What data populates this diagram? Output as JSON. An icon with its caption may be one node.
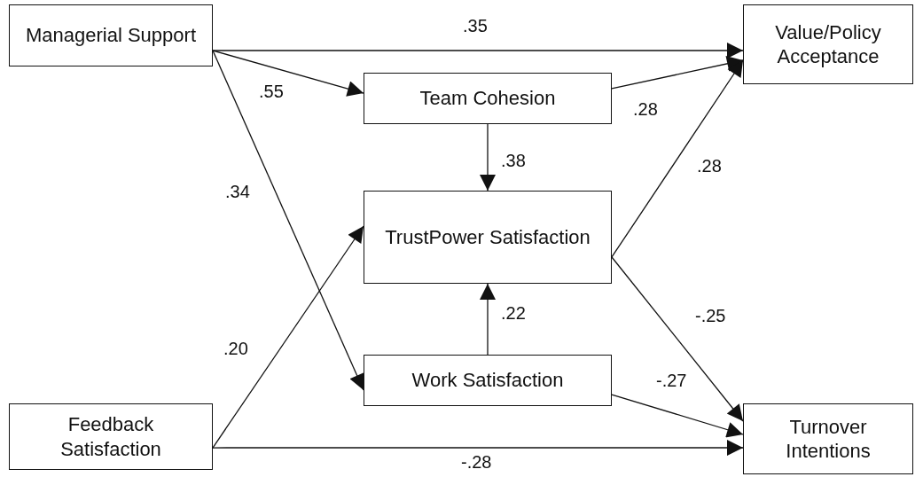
{
  "diagram": {
    "nodes": [
      {
        "text": [
          "Managerial Support"
        ]
      },
      {
        "text": [
          "Value/Policy Acceptance"
        ]
      },
      {
        "text": [
          "Team Cohesion"
        ]
      },
      {
        "text": [
          "TrustPower Satisfaction"
        ]
      },
      {
        "text": [
          "Work Satisfaction"
        ]
      },
      {
        "text": [
          "Feedback Satisfaction"
        ]
      },
      {
        "text": [
          "Turnover Intentions"
        ]
      }
    ],
    "edges": [
      {
        "from": 0,
        "to": 1,
        "arrow": "to",
        "label": ".35"
      },
      {
        "from": 0,
        "to": 2,
        "arrow": "to",
        "label": ".55"
      },
      {
        "from": 0,
        "to": 4,
        "arrow": "to",
        "label": ".34"
      },
      {
        "from": 2,
        "to": 1,
        "arrow": "to",
        "label": ".28"
      },
      {
        "from": 2,
        "to": 3,
        "arrow": "to",
        "label": ".38"
      },
      {
        "from": 3,
        "to": 1,
        "arrow": "to",
        "label": ".28"
      },
      {
        "from": 3,
        "to": 6,
        "arrow": "to",
        "label": "-.25"
      },
      {
        "from": 4,
        "to": 3,
        "arrow": "to",
        "label": ".22"
      },
      {
        "from": 4,
        "to": 6,
        "arrow": "to",
        "label": "-.27"
      },
      {
        "from": 5,
        "to": 3,
        "arrow": "to",
        "label": ".20"
      },
      {
        "from": 5,
        "to": 6,
        "arrow": "to",
        "label": "-.28"
      }
    ]
  }
}
